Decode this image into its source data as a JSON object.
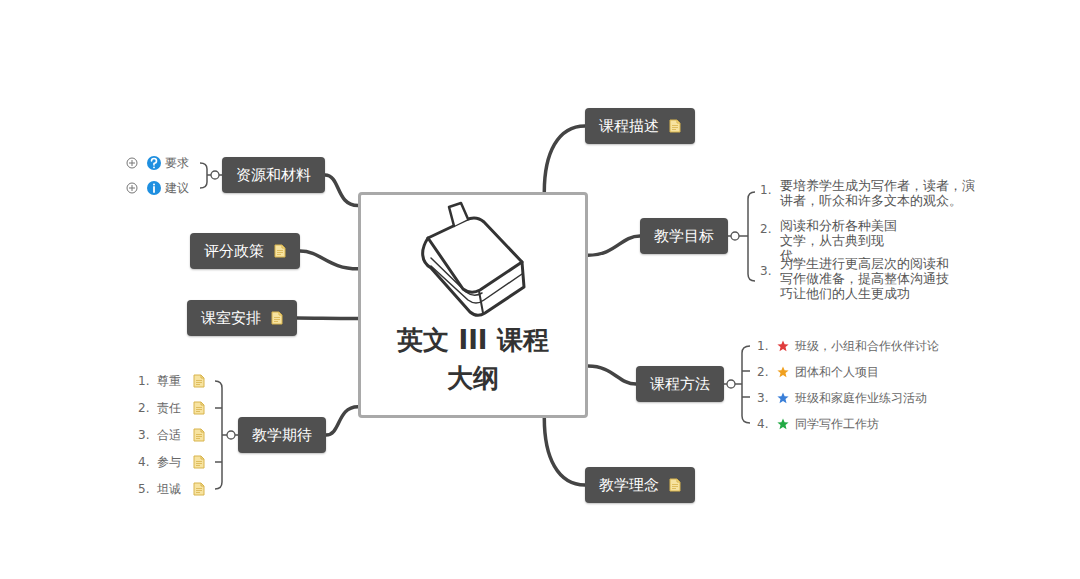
{
  "diagram": {
    "nodes": [
      {
        "text": [
          "英文 III 课程 大纲"
        ]
      },
      {
        "text": [
          "课程描述"
        ]
      },
      {
        "text": [
          "教学目标"
        ]
      },
      {
        "text": [
          "课程方法"
        ]
      },
      {
        "text": [
          "教学理念"
        ]
      },
      {
        "text": [
          "教学期待"
        ]
      },
      {
        "text": [
          "课室安排"
        ]
      },
      {
        "text": [
          "评分政策"
        ]
      },
      {
        "text": [
          "资源和材料"
        ]
      }
    ],
    "edges": [
      {
        "from": 0,
        "to": 1,
        "arrow": "none"
      },
      {
        "from": 0,
        "to": 2,
        "arrow": "none"
      },
      {
        "from": 0,
        "to": 3,
        "arrow": "none"
      },
      {
        "from": 0,
        "to": 4,
        "arrow": "none"
      },
      {
        "from": 0,
        "to": 5,
        "arrow": "none"
      },
      {
        "from": 0,
        "to": 6,
        "arrow": "none"
      },
      {
        "from": 0,
        "to": 7,
        "arrow": "none"
      },
      {
        "from": 0,
        "to": 8,
        "arrow": "none"
      }
    ],
    "labels": [
      "要求",
      "建议",
      "1.",
      "要培养学生成为写作者，读者，演讲者，听众和许多文本的观众。",
      "2.",
      "阅读和分析各种美国文学，从古典到现代。",
      "3.",
      "为学生进行更高层次的阅读和写作做准备，提高整体沟通技巧让他们的人生更成功",
      "1.",
      "班级，小组和合作伙伴讨论",
      "2.",
      "团体和个人项目",
      "3.",
      "班级和家庭作业练习活动",
      "4.",
      "同学写作工作坊",
      "1.",
      "尊重",
      "2.",
      "责任",
      "3.",
      "合适",
      "4.",
      "参与",
      "5.",
      "坦诚"
    ]
  }
}
